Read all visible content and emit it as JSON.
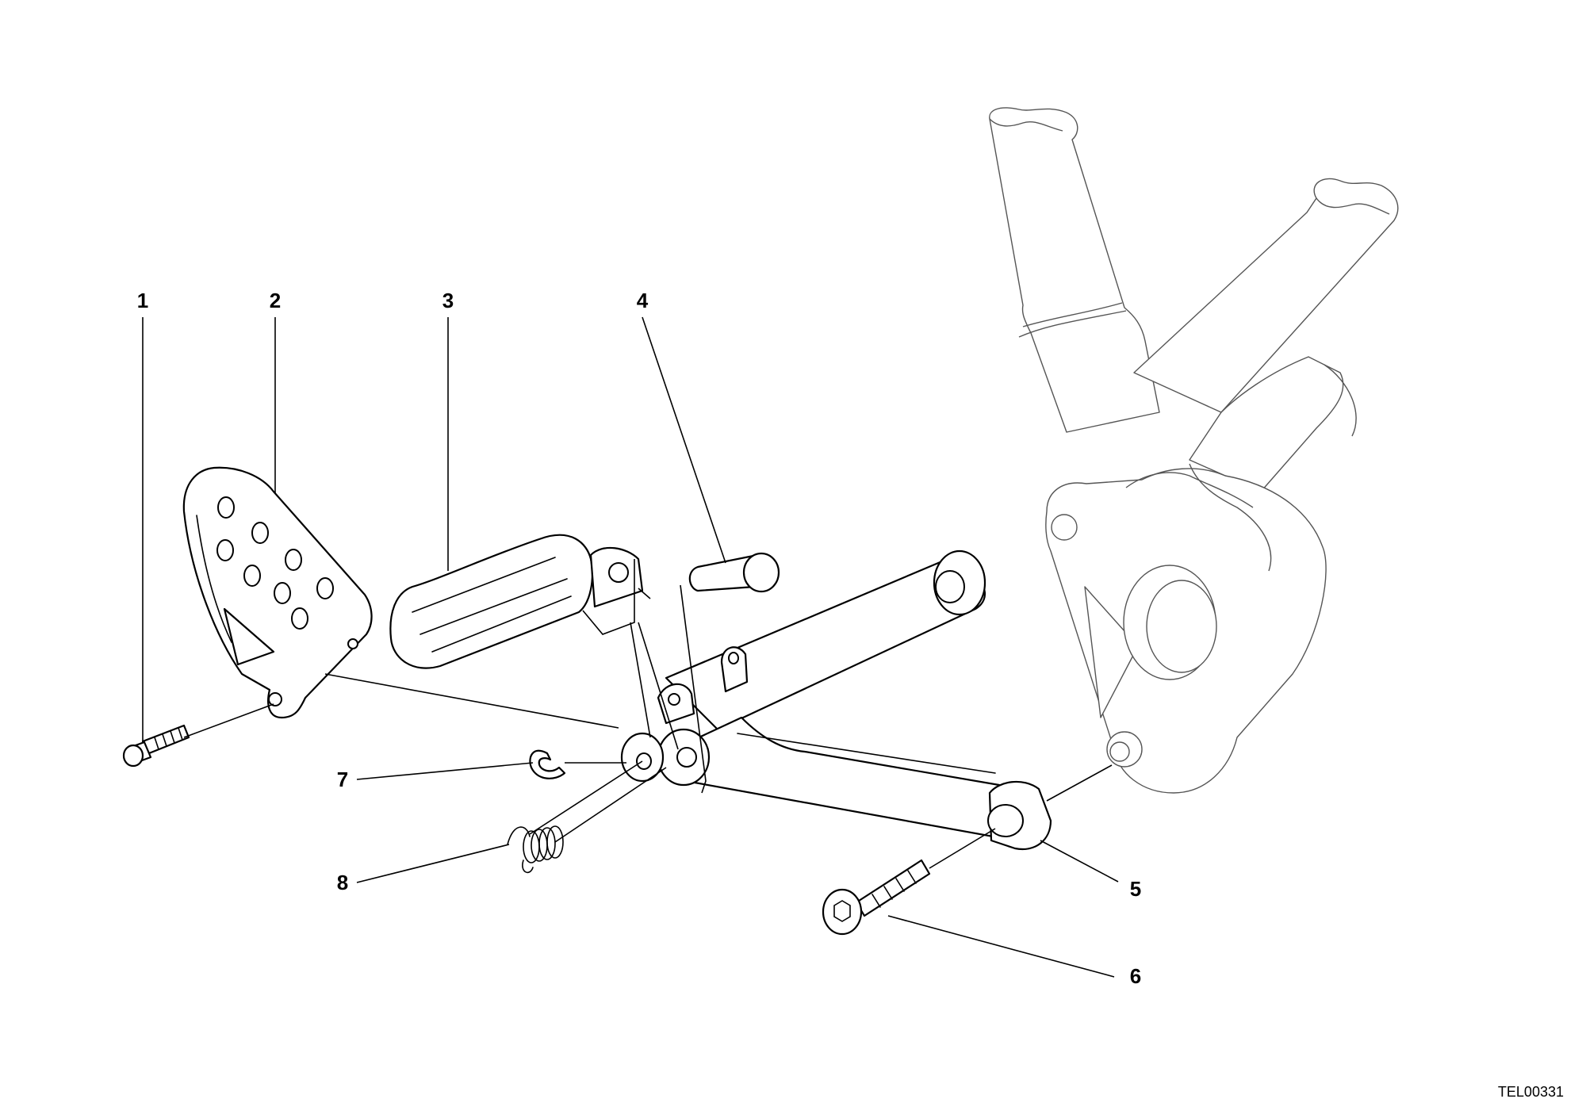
{
  "callouts": [
    {
      "id": "1",
      "label": "1",
      "part": "screw"
    },
    {
      "id": "2",
      "label": "2",
      "part": "heel-guard-plate"
    },
    {
      "id": "3",
      "label": "3",
      "part": "footpeg-rubber"
    },
    {
      "id": "4",
      "label": "4",
      "part": "pivot-pin"
    },
    {
      "id": "5",
      "label": "5",
      "part": "footrest-bracket"
    },
    {
      "id": "6",
      "label": "6",
      "part": "socket-head-screw"
    },
    {
      "id": "7",
      "label": "7",
      "part": "circlip"
    },
    {
      "id": "8",
      "label": "8",
      "part": "return-spring"
    }
  ],
  "reference_code": "TEL00331"
}
